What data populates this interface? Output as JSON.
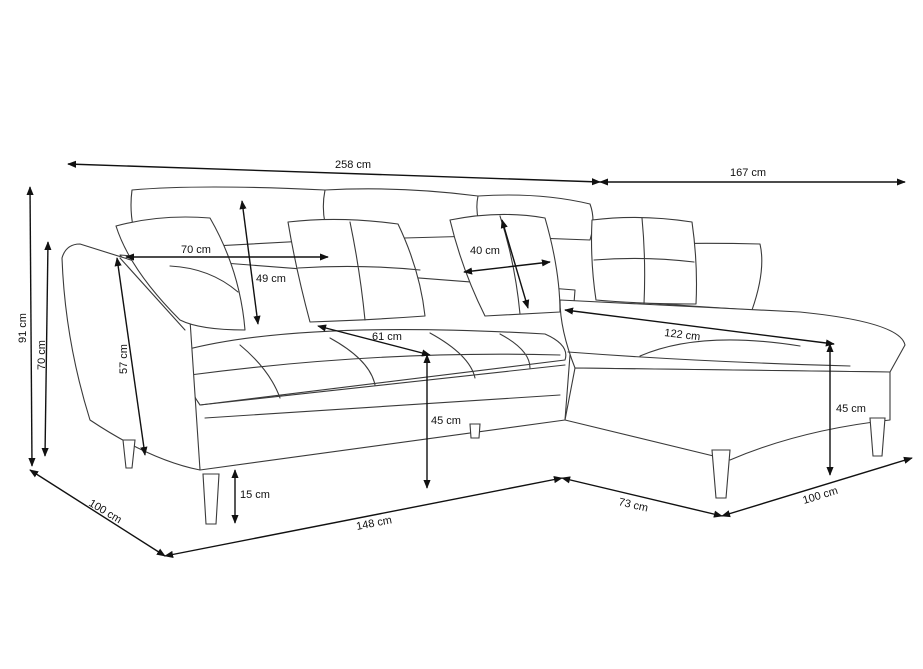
{
  "dimensions": {
    "total_width": "258 cm",
    "chaise_length": "167 cm",
    "cushion_width": "70 cm",
    "cushion_height": "49 cm",
    "armrest_height": "57 cm",
    "back_height": "70 cm",
    "total_height": "91 cm",
    "pillow_width": "40 cm",
    "seat_depth": "61 cm",
    "chaise_depth_inner": "122 cm",
    "seat_height": "45 cm",
    "chaise_seat_height": "45 cm",
    "leg_height": "15 cm",
    "depth": "100 cm",
    "sofa_length": "148 cm",
    "chaise_width": "73 cm",
    "chaise_depth": "100 cm"
  },
  "colors": {
    "line": "#3a3a3a",
    "dimension_line": "#111111",
    "background": "#ffffff"
  }
}
